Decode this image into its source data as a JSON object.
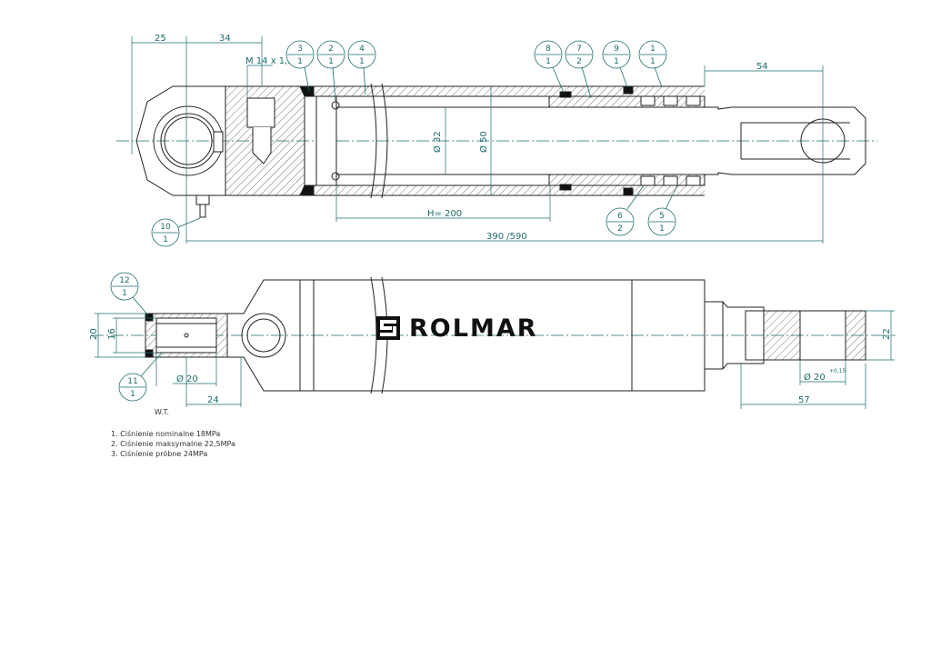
{
  "dims": {
    "top_25": "25",
    "top_34": "34",
    "thread": "M 14 x 1,5",
    "right_54": "54",
    "dia_32": "Ø 32",
    "dia_50": "Ø 50",
    "stroke": "H= 200",
    "length": "390 /590",
    "left_20": "20",
    "left_16": "16",
    "pin_dia": "Ø 20",
    "bottom_24": "24",
    "right_22": "22",
    "rod_pin": "Ø 20",
    "rod_tol": "+0,15",
    "bottom_57": "57"
  },
  "balloons": [
    {
      "num": "3",
      "qty": "1"
    },
    {
      "num": "2",
      "qty": "1"
    },
    {
      "num": "4",
      "qty": "1"
    },
    {
      "num": "8",
      "qty": "1"
    },
    {
      "num": "7",
      "qty": "2"
    },
    {
      "num": "9",
      "qty": "1"
    },
    {
      "num": "1",
      "qty": "1"
    },
    {
      "num": "10",
      "qty": "1"
    },
    {
      "num": "6",
      "qty": "2"
    },
    {
      "num": "5",
      "qty": "1"
    },
    {
      "num": "12",
      "qty": "1"
    },
    {
      "num": "11",
      "qty": "1"
    }
  ],
  "logo": {
    "text": "ROLMAR"
  },
  "wt_label": "W.T.",
  "notes": [
    "1. Ciśnienie nominalne 18MPa",
    "2. Ciśnienie maksymalne 22,5MPa",
    "3. Ciśnienie próbne 24MPa"
  ],
  "colors": {
    "line": "#222222",
    "dimension": "#1e6b6b",
    "hatch": "#555555"
  }
}
